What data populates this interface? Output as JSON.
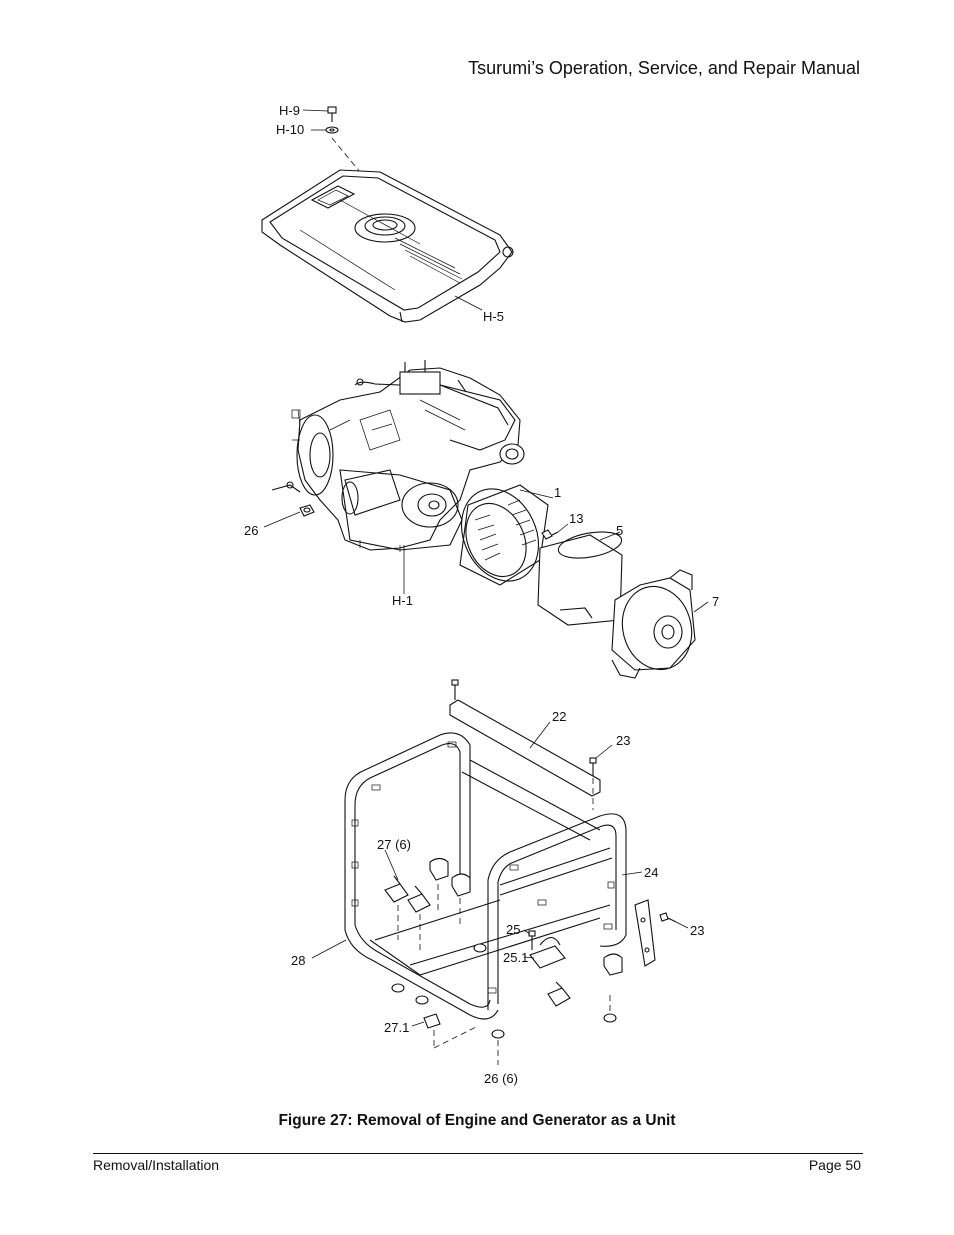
{
  "header": {
    "title": "Tsurumi’s Operation, Service, and Repair Manual"
  },
  "figure": {
    "callouts": {
      "h9": "H-9",
      "h10": "H-10",
      "h5": "H-5",
      "h1": "H-1",
      "c1": "1",
      "c13": "13",
      "c5": "5",
      "c7": "7",
      "c26": "26",
      "c22": "22",
      "c23a": "23",
      "c23b": "23",
      "c24": "24",
      "c25": "25",
      "c251": "25.1",
      "c276": "27 (6)",
      "c271": "27.1",
      "c28": "28",
      "c266": "26 (6)"
    }
  },
  "caption": "Figure 27: Removal of Engine and Generator as a Unit",
  "footer": {
    "section": "Removal/Installation",
    "page": "Page 50"
  }
}
